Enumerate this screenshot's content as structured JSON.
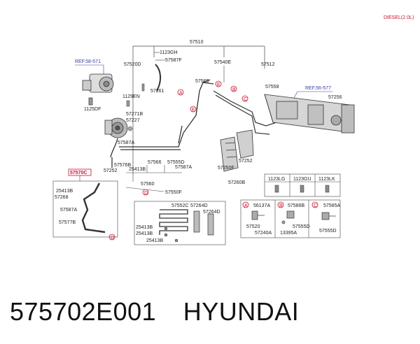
{
  "header": {
    "engine_note": "DIESEL(2.0L)"
  },
  "diagram": {
    "main_group": "57510",
    "left_assembly_label": "57570C",
    "refs": {
      "left": "REF.58-571",
      "right": "REF.56-577"
    },
    "parts_upper": {
      "p1123GH": "1123GH",
      "p57587F": "57587F",
      "p57520D": "57520D",
      "p57540E": "57540E",
      "p57512": "57512",
      "p57565": "57565",
      "p57558": "57558",
      "p57256": "57256",
      "p1129EN": "1129EN",
      "p57261": "57261",
      "p1125DF": "1125DF",
      "p57271B": "57271B",
      "p57227": "57227",
      "p57587A_1": "57587A",
      "p57576B": "57576B",
      "p57252_1": "57252",
      "p25413B_1": "25413B",
      "p57566": "57566",
      "p57555D_1": "57555D",
      "p57587A_2": "57587A",
      "p57252_2": "57252",
      "p57250F": "57250F",
      "p57260B": "57260B",
      "p57560": "57560",
      "p57550F": "57550F"
    },
    "left_box": {
      "p25413B": "25413B",
      "p57268": "57268",
      "p57587A": "57587A",
      "p57577B": "57577B"
    },
    "bottom_box": {
      "p57552C": "57552C",
      "p57264D_1": "57264D",
      "p57264D_2": "57264D",
      "p25413B_1": "25413B",
      "p25413B_2": "25413B",
      "p25413B_3": "25413B"
    },
    "bolt_table": [
      "1123LG",
      "1123GU",
      "1123LK"
    ],
    "detail_a": {
      "p56137A": "56137A",
      "p57520": "57520",
      "p57240A": "57240A"
    },
    "detail_b": {
      "p57586B": "57586B",
      "p57555D": "57555D",
      "p13395A": "13395A"
    },
    "detail_c": {
      "p57585A": "57585A",
      "p57555D": "57555D"
    },
    "markers": {
      "a": "A",
      "b": "B",
      "c": "C",
      "d": "D",
      "e": "E"
    }
  },
  "footer": {
    "part_number": "575702E001",
    "brand": "HYUNDAI"
  }
}
